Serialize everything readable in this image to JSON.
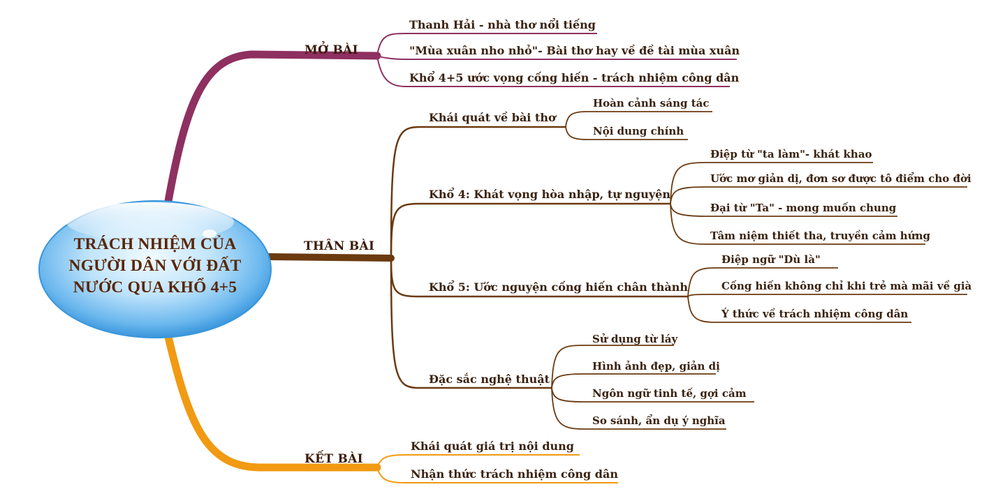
{
  "central": {
    "lines": [
      "TRÁCH NHIỆM CỦA",
      "NGƯỜI DÂN VỚI ĐẤT",
      "NƯỚC QUA KHỔ 4+5"
    ]
  },
  "colors": {
    "mo_bai": "#8e3060",
    "than_bai": "#6b3a10",
    "ket_bai": "#f19a12",
    "bubble_center": "#e8f6ff",
    "bubble_edge": "#2f8fd8",
    "text": "#3a2210"
  },
  "branches": {
    "mo_bai": {
      "label": "MỞ BÀI",
      "items": [
        "Thanh Hải - nhà thơ nổi tiếng",
        "\"Mùa xuân nho nhỏ\"- Bài thơ hay về đề tài mùa xuân",
        "Khổ 4+5 ước vọng cống hiến - trách nhiệm công dân"
      ]
    },
    "than_bai": {
      "label": "THÂN BÀI",
      "children": [
        {
          "label": "Khái quát về bài thơ",
          "items": [
            "Hoàn cảnh sáng tác",
            "Nội dung chính"
          ]
        },
        {
          "label": "Khổ 4: Khát vọng hòa nhập, tự nguyện",
          "items": [
            "Điệp từ \"ta làm\"- khát khao",
            "Ước mơ giản dị, đơn sơ được tô điểm cho đời",
            "Đại từ \"Ta\" - mong muốn chung",
            "Tâm niệm thiết tha, truyền cảm hứng"
          ]
        },
        {
          "label": "Khổ 5: Ước nguyện cống hiến chân thành",
          "items": [
            "Điệp ngữ \"Dù là\"",
            "Cống hiến không chỉ khi trẻ mà mãi về già",
            "Ý thức về trách nhiệm công dân"
          ]
        },
        {
          "label": "Đặc sắc nghệ thuật",
          "items": [
            "Sử dụng từ láy",
            "Hình ảnh đẹp, giản dị",
            "Ngôn ngữ tinh tế, gợi cảm",
            "So sánh, ẩn dụ ý nghĩa"
          ]
        }
      ]
    },
    "ket_bai": {
      "label": "KẾT BÀI",
      "items": [
        "Khái quát giá trị nội dung",
        "Nhận thức trách nhiệm công dân"
      ]
    }
  }
}
